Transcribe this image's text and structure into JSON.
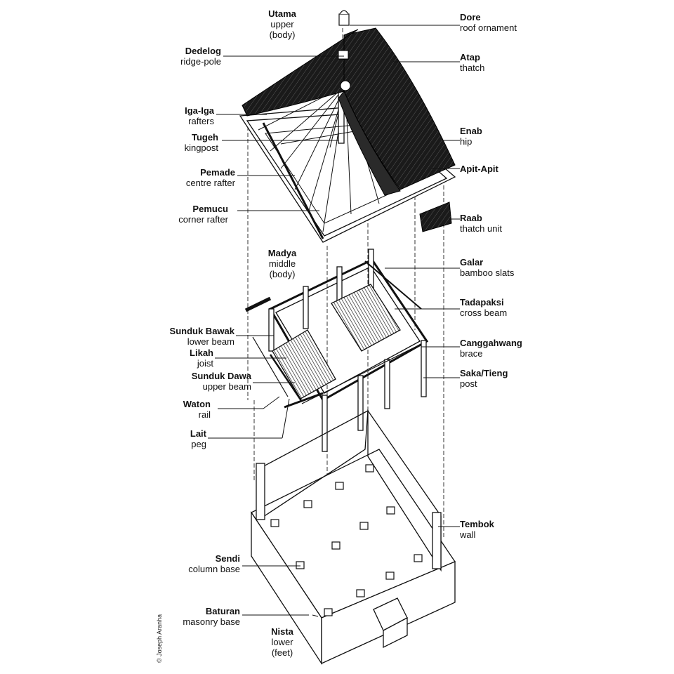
{
  "credit": "© Joseph Aranha",
  "labels": {
    "utama": {
      "term": "Utama",
      "gloss1": "upper",
      "gloss2": "(body)"
    },
    "dore": {
      "term": "Dore",
      "gloss": "roof ornament"
    },
    "dedelog": {
      "term": "Dedelog",
      "gloss": "ridge-pole"
    },
    "atap": {
      "term": "Atap",
      "gloss": "thatch"
    },
    "iga_iga": {
      "term": "Iga-Iga",
      "gloss": "rafters"
    },
    "tugeh": {
      "term": "Tugeh",
      "gloss": "kingpost"
    },
    "enab": {
      "term": "Enab",
      "gloss": "hip"
    },
    "apit_apit": {
      "term": "Apit-Apit"
    },
    "pemade": {
      "term": "Pemade",
      "gloss": "centre rafter"
    },
    "pemucu": {
      "term": "Pemucu",
      "gloss": "corner rafter"
    },
    "raab": {
      "term": "Raab",
      "gloss": "thatch unit"
    },
    "madya": {
      "term": "Madya",
      "gloss1": "middle",
      "gloss2": "(body)"
    },
    "galar": {
      "term": "Galar",
      "gloss": "bamboo slats"
    },
    "tadapaksi": {
      "term": "Tadapaksi",
      "gloss": "cross beam"
    },
    "sunduk_bawak": {
      "term": "Sunduk Bawak",
      "gloss": "lower beam"
    },
    "canggahwang": {
      "term": "Canggahwang",
      "gloss": "brace"
    },
    "likah": {
      "term": "Likah",
      "gloss": "joist"
    },
    "saka_tieng": {
      "term": "Saka/Tieng",
      "gloss": "post"
    },
    "sunduk_dawa": {
      "term": "Sunduk Dawa",
      "gloss": "upper beam"
    },
    "waton": {
      "term": "Waton",
      "gloss": "rail"
    },
    "lait": {
      "term": "Lait",
      "gloss": "peg"
    },
    "tembok": {
      "term": "Tembok",
      "gloss": "wall"
    },
    "sendi": {
      "term": "Sendi",
      "gloss": "column base"
    },
    "baturan": {
      "term": "Baturan",
      "gloss": "masonry base"
    },
    "nista": {
      "term": "Nista",
      "gloss1": "lower",
      "gloss2": "(feet)"
    }
  }
}
